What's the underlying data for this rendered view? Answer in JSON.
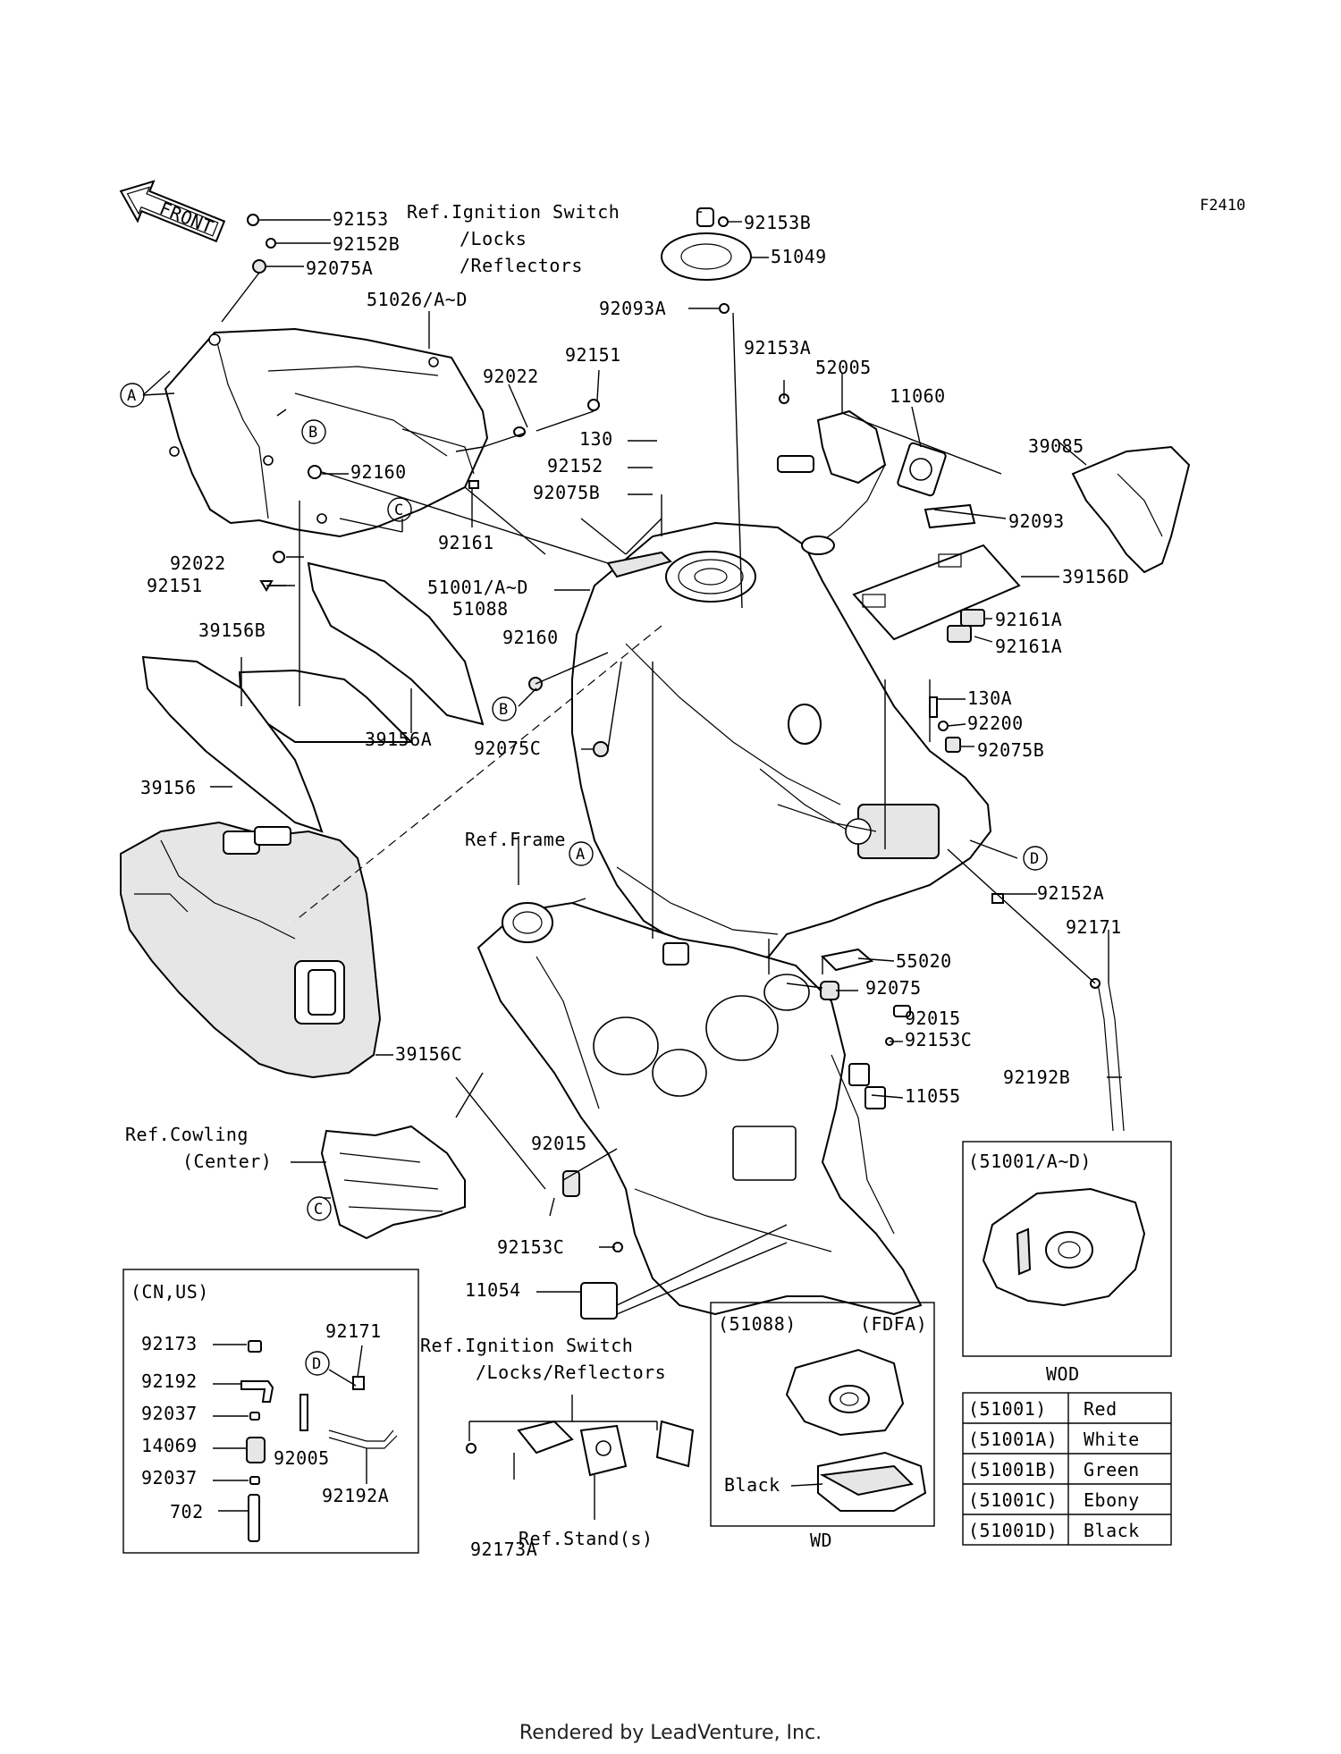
{
  "diagram_code": "F2410",
  "front_label": "FRONT",
  "footer": "Rendered by LeadVenture, Inc.",
  "circle_markers": [
    "A",
    "B",
    "C",
    "D"
  ],
  "part_labels": [
    "92153",
    "92152B",
    "92075A",
    "51026/A~D",
    "Ref.Ignition Switch",
    "/Locks",
    "/Reflectors",
    "92153B",
    "51049",
    "92093A",
    "92022",
    "92151",
    "130",
    "92152",
    "92075B",
    "92160",
    "92161",
    "92022",
    "92151",
    "39156B",
    "39156A",
    "39156",
    "51001/A~D",
    "51088",
    "92160",
    "92075C",
    "92153A",
    "52005",
    "11060",
    "39085",
    "92093",
    "39156D",
    "92161A",
    "92161A",
    "130A",
    "92200",
    "92075B",
    "92152A",
    "92171",
    "55020",
    "92075",
    "92015",
    "92153C",
    "92192B",
    "11055",
    "Ref.Frame",
    "39156C",
    "Ref.Cowling",
    "(Center)",
    "92015",
    "92153C",
    "11054",
    "Ref.Ignition Switch",
    "/Locks/Reflectors",
    "92173A",
    "Ref.Stand(s)",
    "92173",
    "92171",
    "92192",
    "92037",
    "14069",
    "92005",
    "92037",
    "702",
    "92192A",
    "Black"
  ],
  "boxes": {
    "cn_us": {
      "title": "(CN,US)"
    },
    "fdfa": {
      "left_title": "(51088)",
      "right_title": "(FDFA)",
      "caption": "WD"
    },
    "wod": {
      "title": "(51001/A~D)",
      "caption": "WOD"
    }
  },
  "color_table": {
    "rows": [
      {
        "code": "(51001)",
        "color": "Red"
      },
      {
        "code": "(51001A)",
        "color": "White"
      },
      {
        "code": "(51001B)",
        "color": "Green"
      },
      {
        "code": "(51001C)",
        "color": "Ebony"
      },
      {
        "code": "(51001D)",
        "color": "Black"
      }
    ]
  }
}
